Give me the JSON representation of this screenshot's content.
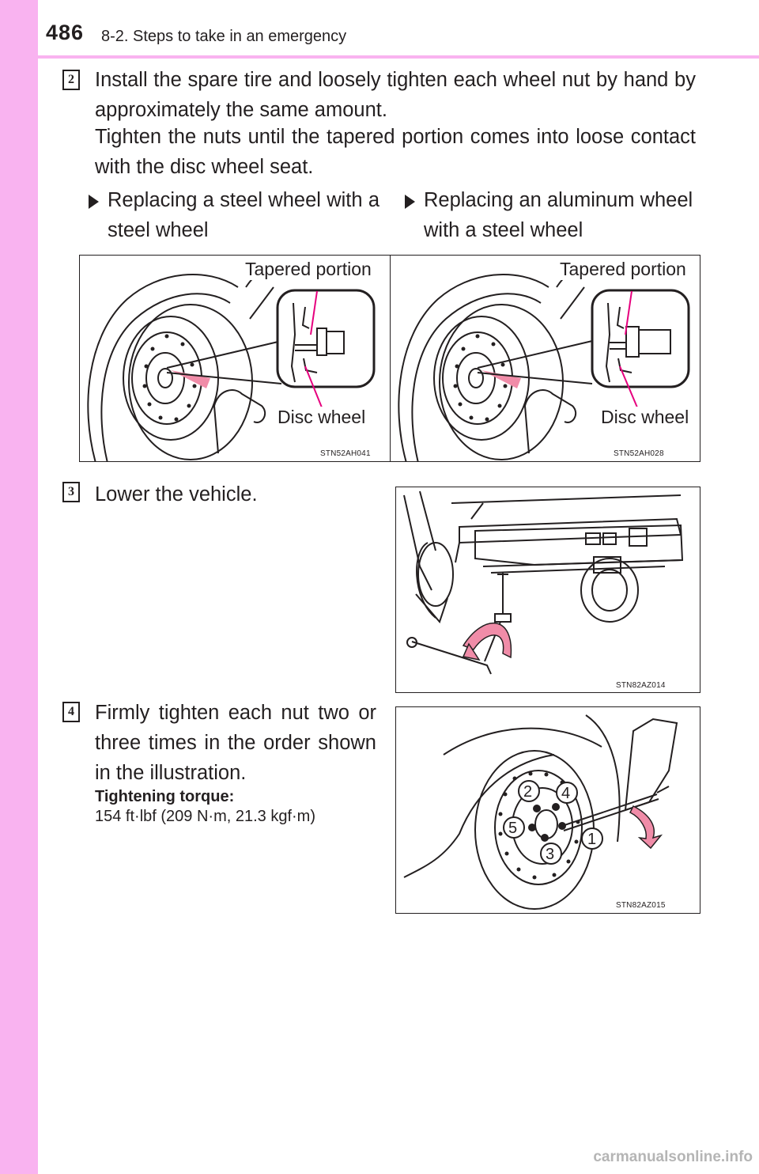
{
  "header": {
    "page_number": "486",
    "section_title": "8-2. Steps to take in an emergency"
  },
  "step2": {
    "number": "2",
    "text_1": "Install the spare tire and loosely tighten each wheel nut by hand by approximately the same amount.",
    "text_2": "Tighten the nuts until the tapered portion comes into loose contact with the disc wheel seat.",
    "steel": {
      "title": "Replacing a steel wheel with a steel wheel",
      "label_tapered": "Tapered portion",
      "label_disc": "Disc wheel",
      "code": "STN52AH041"
    },
    "aluminum": {
      "title": "Replacing an aluminum wheel with a steel wheel",
      "label_tapered": "Tapered portion",
      "label_disc": "Disc wheel",
      "code": "STN52AH028"
    }
  },
  "step3": {
    "number": "3",
    "text": "Lower the vehicle.",
    "code": "STN82AZ014"
  },
  "step4": {
    "number": "4",
    "text": "Firmly tighten each nut two or three times in the order shown in the illustration.",
    "torque_label": "Tightening torque:",
    "torque_value": "154 ft·lbf (209 N·m, 21.3 kgf·m)",
    "code": "STN82AZ015",
    "nut_order": [
      "1",
      "2",
      "3",
      "4",
      "5"
    ]
  },
  "footer": {
    "watermark": "carmanualsonline.info"
  },
  "colors": {
    "accent_pink": "#f9b3f0",
    "callout_magenta": "#e6007e",
    "arrow_pink": "#f08ca8",
    "ink": "#231f20"
  }
}
